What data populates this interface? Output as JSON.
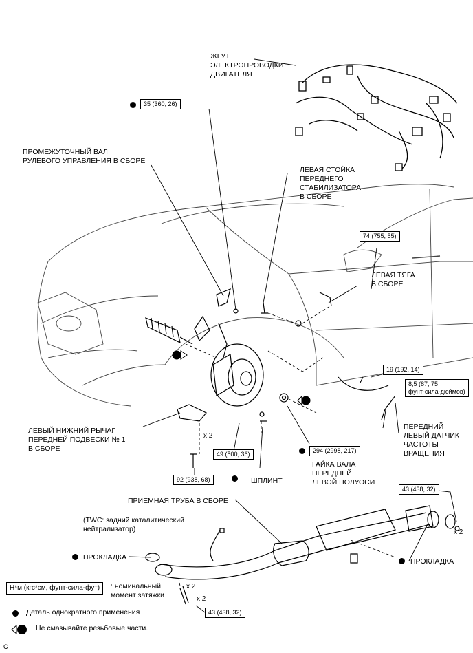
{
  "labels": {
    "engine_harness": "ЖГУТ\nЭЛЕКТРОПРОВОДКИ\nДВИГАТЕЛЯ",
    "steering_shaft": "ПРОМЕЖУТОЧНЫЙ ВАЛ\nРУЛЕВОГО УПРАВЛЕНИЯ В СБОРЕ",
    "stabilizer_link": "ЛЕВАЯ СТОЙКА\nПЕРЕДНЕГО\nСТАБИЛИЗАТОРА\nВ СБОРЕ",
    "tie_rod": "ЛЕВАЯ ТЯГА\nВ СБОРЕ",
    "lower_arm": "ЛЕВЫЙ НИЖНИЙ РЫЧАГ\nПЕРЕДНЕЙ ПОДВЕСКИ № 1\nВ СБОРЕ",
    "speed_sensor": "ПЕРЕДНИЙ\nЛЕВЫЙ ДАТЧИК\nЧАСТОТЫ\nВРАЩЕНИЯ",
    "cotter_pin": "ШПЛИНТ",
    "axle_nut": "ГАЙКА ВАЛА\nПЕРЕДНЕЙ\nЛЕВОЙ ПОЛУОСИ",
    "front_pipe": "ПРИЕМНАЯ ТРУБА В СБОРЕ",
    "twc": "(TWC: задний каталитический\nнейтрализатор)",
    "gasket_left": "ПРОКЛАДКА",
    "gasket_right": "ПРОКЛАДКА",
    "legend_torque_box": "Н*м (кгс*см, фунт-сила-фут)",
    "legend_torque_text": ": номинальный\nмомент затяжки",
    "legend_single_use": "Деталь однократного применения",
    "legend_no_grease": "Не смазывайте резьбовые части.",
    "corner_code": "C"
  },
  "torques": {
    "t1": "35 (360, 26)",
    "t2": "74 (755, 55)",
    "t3": "19 (192, 14)",
    "t4": "8,5 (87, 75\nфунт-сила-дюймов)",
    "t5": "294 (2998, 217)",
    "t6": "49 (500, 36)",
    "t7": "92 (938, 68)",
    "t8": "43 (438, 32)",
    "t9": "43 (438, 32)"
  },
  "multipliers": {
    "m1": "x 2",
    "m2": "x 2",
    "m3": "x 2",
    "m4": "x 2"
  }
}
